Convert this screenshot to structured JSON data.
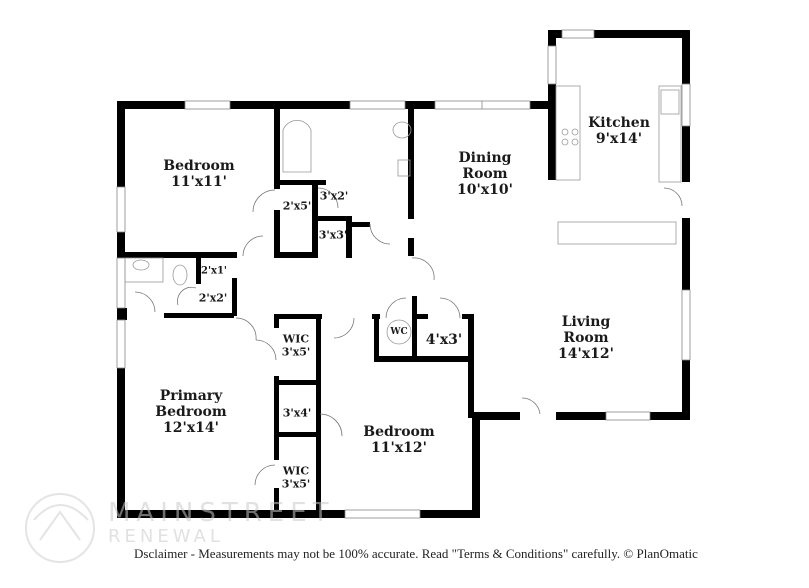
{
  "rooms": {
    "bedroom_top": {
      "name": "Bedroom",
      "dim": "11'x11'"
    },
    "closet_2x5": {
      "dim": "2'x5'"
    },
    "closet_3x2": {
      "dim": "3'x2'"
    },
    "closet_3x3": {
      "dim": "3'x3'"
    },
    "dining": {
      "name1": "Dining",
      "name2": "Room",
      "dim": "10'x10'"
    },
    "kitchen": {
      "name": "Kitchen",
      "dim": "9'x14'"
    },
    "closet_2x1": {
      "dim": "2'x1'"
    },
    "closet_2x2": {
      "dim": "2'x2'"
    },
    "wic_top": {
      "name": "WIC",
      "dim": "3'x5'"
    },
    "wc": {
      "name": "WC"
    },
    "closet_4x3": {
      "dim": "4'x3'"
    },
    "living": {
      "name1": "Living",
      "name2": "Room",
      "dim": "14'x12'"
    },
    "primary": {
      "name1": "Primary",
      "name2": "Bedroom",
      "dim": "12'x14'"
    },
    "closet_3x4": {
      "dim": "3'x4'"
    },
    "wic_bottom": {
      "name": "WIC",
      "dim": "3'x5'"
    },
    "bedroom_bottom": {
      "name": "Bedroom",
      "dim": "11'x12'"
    }
  },
  "watermark": {
    "line1": "MAINSTREET",
    "line2": "RENEWAL"
  },
  "disclaimer": "Dsclaimer - Measurements may not be 100% accurate. Read \"Terms & Conditions\" carefully. © PlanOmatic",
  "colors": {
    "wall": "#000000",
    "fixture": "#9a9a9a",
    "background": "#ffffff"
  }
}
